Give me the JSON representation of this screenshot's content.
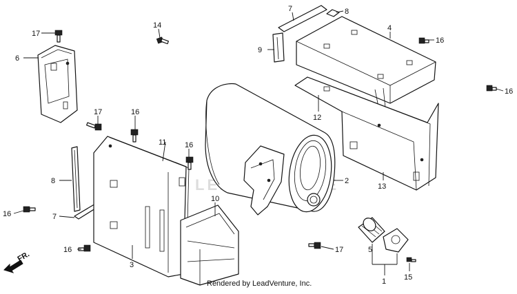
{
  "callouts": {
    "c1": "1",
    "c2": "2",
    "c3": "3",
    "c4": "4",
    "c5": "5",
    "c6": "6",
    "c7a": "7",
    "c7b": "7",
    "c8a": "8",
    "c8b": "8",
    "c9": "9",
    "c10": "10",
    "c11": "11",
    "c12": "12",
    "c13": "13",
    "c14": "14",
    "c15": "15",
    "c16a": "16",
    "c16b": "16",
    "c16c": "16",
    "c16d": "16",
    "c16e": "16",
    "c16f": "16",
    "c17a": "17",
    "c17b": "17",
    "c17c": "17"
  },
  "direction_label": "FR.",
  "credit": "Rendered by LeadVenture, Inc.",
  "watermark": "LEADVENTURE"
}
